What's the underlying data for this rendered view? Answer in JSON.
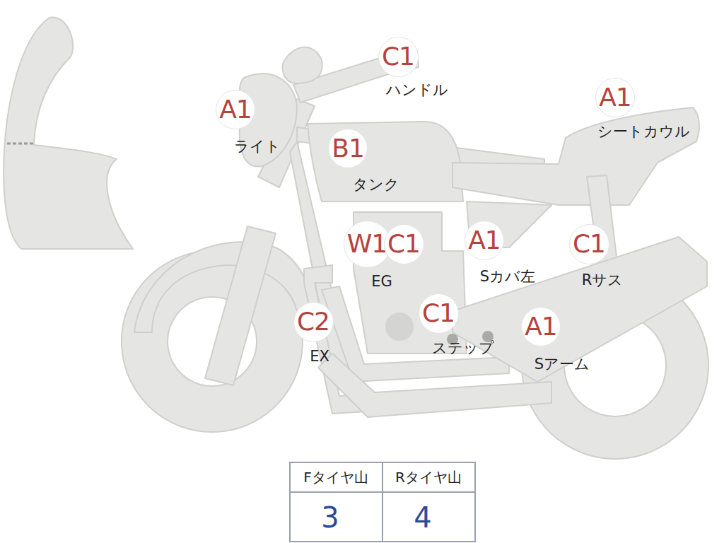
{
  "diagram": {
    "nodes": [
      {
        "text": [
          "C1",
          "ハンドル"
        ]
      },
      {
        "text": [
          "A1",
          "ライト"
        ]
      },
      {
        "text": [
          "A1",
          "シートカウル"
        ]
      },
      {
        "text": [
          "B1",
          "タンク"
        ]
      },
      {
        "text": [
          "W1"
        ]
      },
      {
        "text": [
          "C1"
        ]
      },
      {
        "text": [
          "A1",
          "Sカバ左"
        ]
      },
      {
        "text": [
          "C1",
          "Rサス"
        ]
      },
      {
        "text": [
          "C2",
          "EX"
        ]
      },
      {
        "text": [
          "C1",
          "ステップ"
        ]
      },
      {
        "text": [
          "A1",
          "Sアーム"
        ]
      }
    ],
    "labels": [
      "EG",
      "Fタイヤ山",
      "Rタイヤ山",
      "3",
      "4"
    ]
  }
}
